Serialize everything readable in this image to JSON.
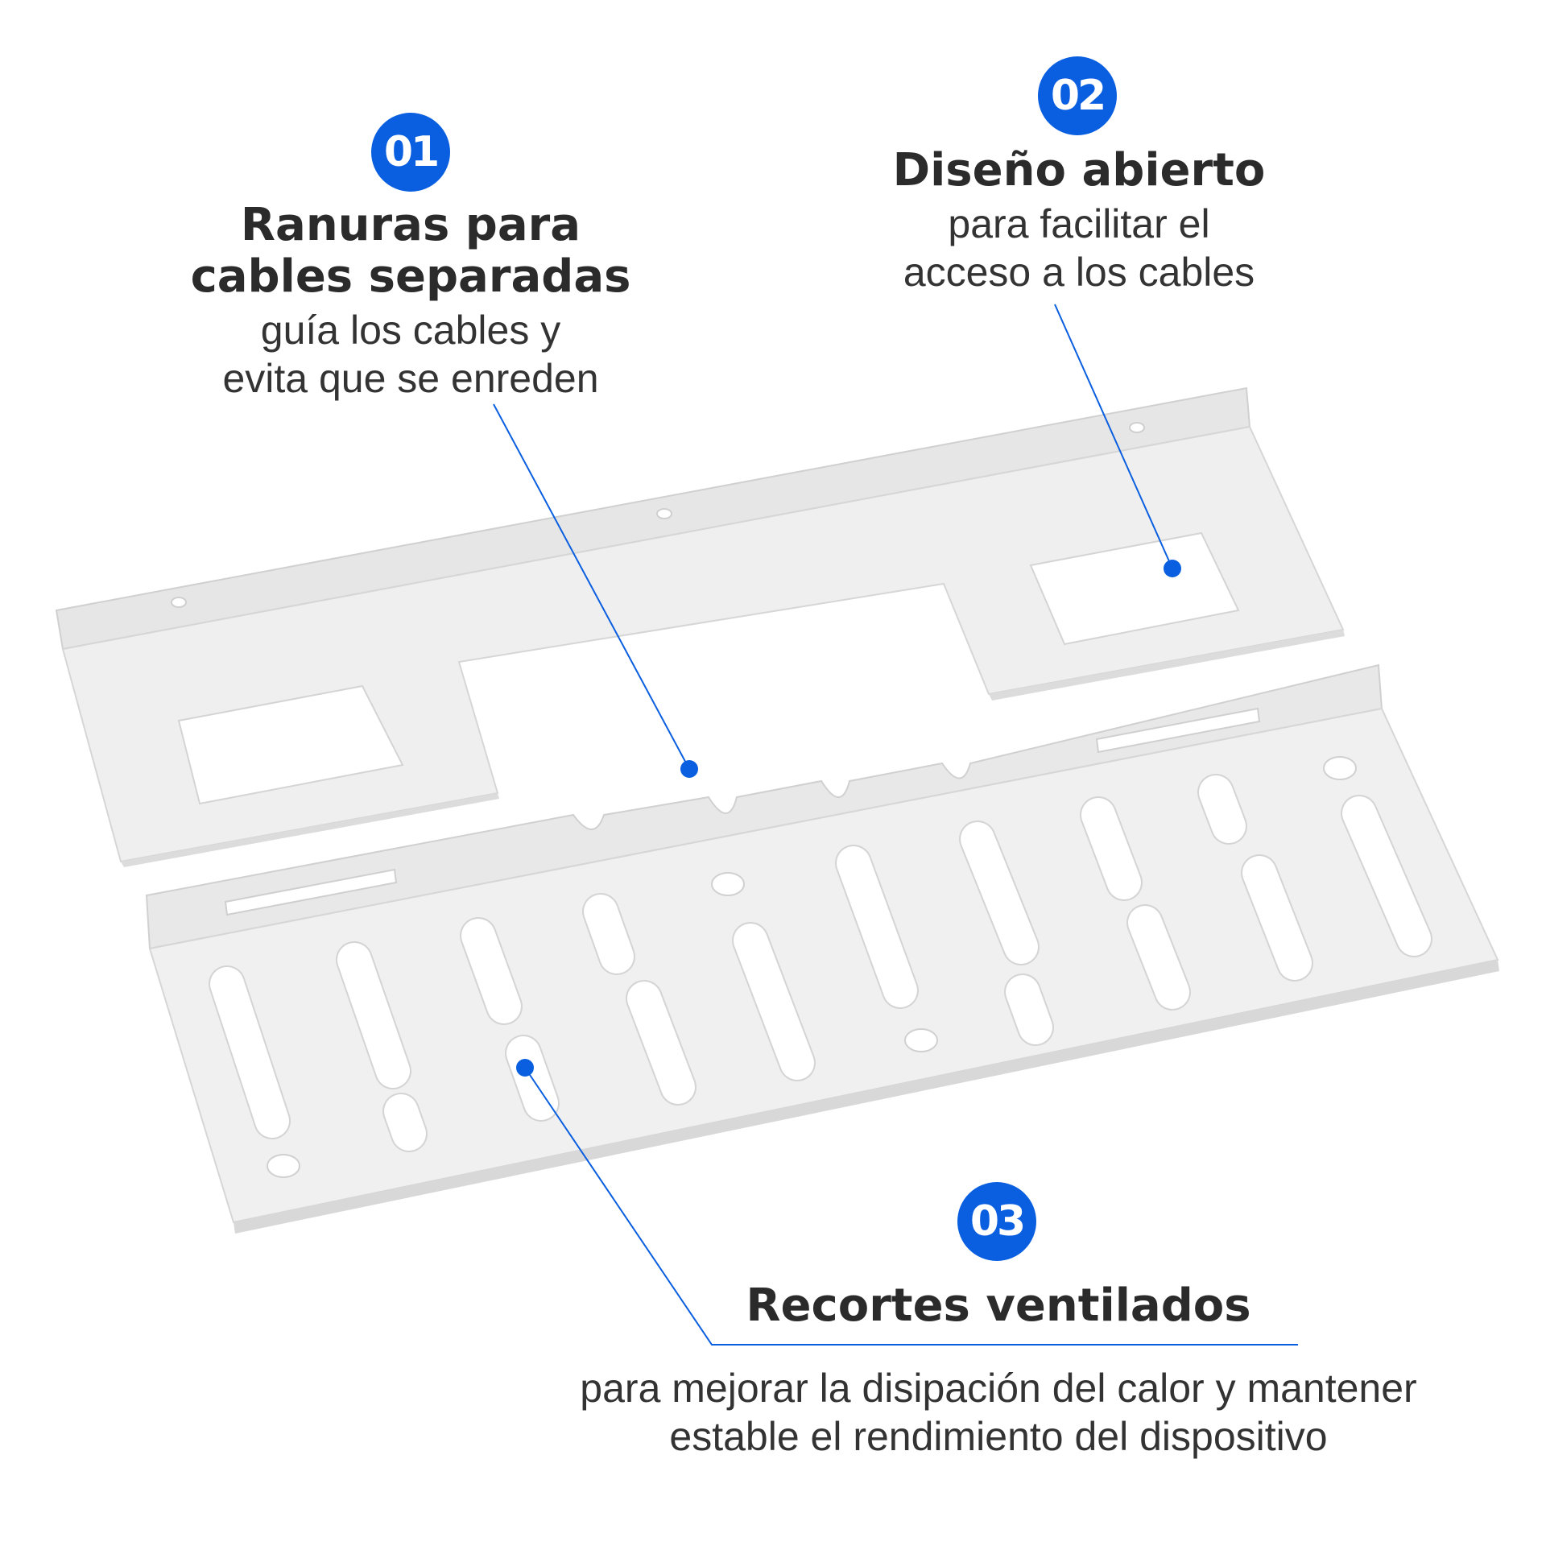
{
  "features": [
    {
      "number": "01",
      "title_lines": [
        "Ranuras para",
        "cables separadas"
      ],
      "desc_lines": [
        "guía los cables y",
        "evita que se enreden"
      ]
    },
    {
      "number": "02",
      "title_lines": [
        "Diseño abierto"
      ],
      "desc_lines": [
        "para facilitar el",
        "acceso a los cables"
      ]
    },
    {
      "number": "03",
      "title_lines": [
        "Recortes ventilados"
      ],
      "desc_lines": [
        "para mejorar la disipación del calor y mantener",
        "estable el rendimiento del dispositivo"
      ]
    }
  ],
  "colors": {
    "accent": "#0a5fe0",
    "bracket_face": "#eeeeee",
    "bracket_edge": "#d6d6d6",
    "text": "#2b2b2b"
  }
}
